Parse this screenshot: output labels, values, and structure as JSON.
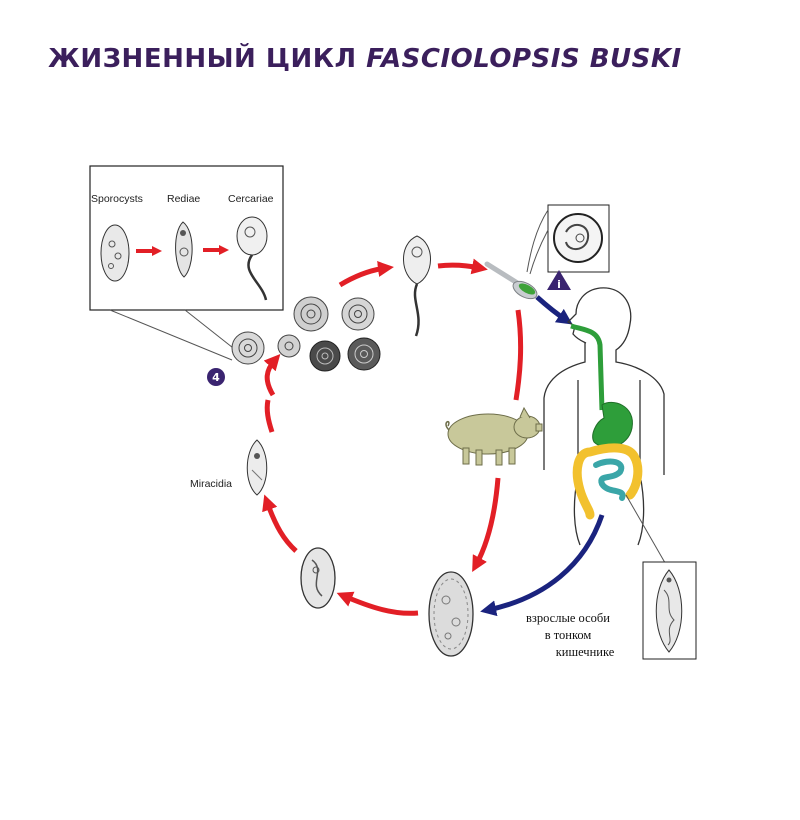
{
  "title": {
    "prefix": "ЖИЗНЕННЫЙ ЦИКЛ ",
    "species": "FASCIOLOPSIS BUSKI"
  },
  "stages": {
    "sporocysts": "Sporocysts",
    "rediae": "Rediae",
    "cercariae": "Cercariae",
    "miracidia": "Miracidia"
  },
  "badges": {
    "infective": "i",
    "snail_step": "4"
  },
  "adults_note": {
    "line1": "взрослые особи",
    "line2": "в тонком",
    "line3": "кишечнике"
  },
  "colors": {
    "title": "#3b1f5c",
    "cycle_arrow": "#e21f26",
    "host_arrow": "#1a237e",
    "badge": "#3a2470",
    "pig": "#c8c89a",
    "stomach": "#2e9e3a",
    "colon": "#f2c12e",
    "small_intestine": "#3aa6a8"
  }
}
